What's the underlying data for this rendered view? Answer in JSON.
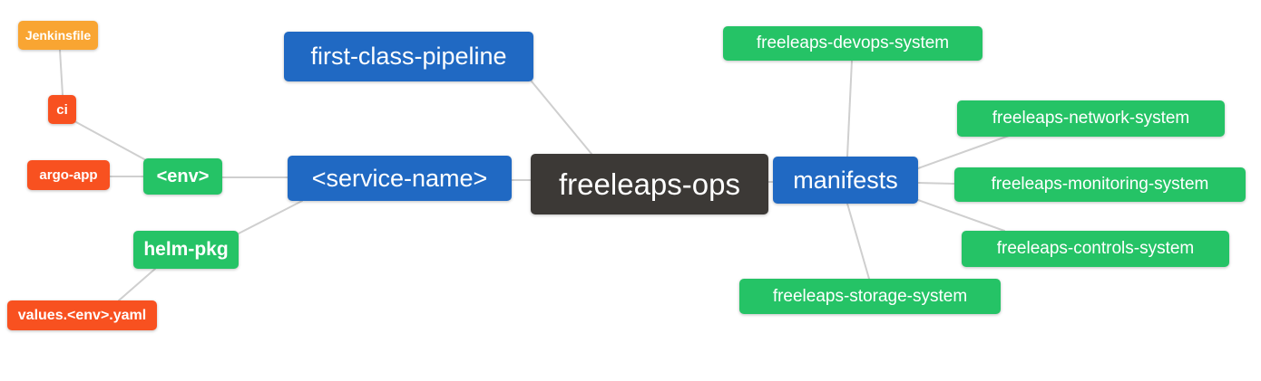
{
  "diagram": {
    "type": "mindmap",
    "root_label": "freeleaps-ops",
    "colors": {
      "blue": "#2069C3",
      "green": "#25C366",
      "orange": "#F9A532",
      "red": "#F85120",
      "dark": "#3C3936",
      "edge": "#CFCFCF",
      "text": "#FFFFFF",
      "background": "#FFFFFF"
    },
    "nodes": [
      {
        "id": "jenkinsfile",
        "label": "Jenkinsfile",
        "color": "orange"
      },
      {
        "id": "ci",
        "label": "ci",
        "color": "red"
      },
      {
        "id": "argo-app",
        "label": "argo-app",
        "color": "red"
      },
      {
        "id": "env",
        "label": "<env>",
        "color": "green"
      },
      {
        "id": "helm-pkg",
        "label": "helm-pkg",
        "color": "green"
      },
      {
        "id": "values-env-yaml",
        "label": "values.<env>.yaml",
        "color": "red"
      },
      {
        "id": "first-class-pipeline",
        "label": "first-class-pipeline",
        "color": "blue"
      },
      {
        "id": "service-name",
        "label": "<service-name>",
        "color": "blue"
      },
      {
        "id": "freeleaps-ops",
        "label": "freeleaps-ops",
        "color": "dark"
      },
      {
        "id": "manifests",
        "label": "manifests",
        "color": "blue"
      },
      {
        "id": "freeleaps-devops-system",
        "label": "freeleaps-devops-system",
        "color": "green"
      },
      {
        "id": "freeleaps-network-system",
        "label": "freeleaps-network-system",
        "color": "green"
      },
      {
        "id": "freeleaps-monitoring-system",
        "label": "freeleaps-monitoring-system",
        "color": "green"
      },
      {
        "id": "freeleaps-controls-system",
        "label": "freeleaps-controls-system",
        "color": "green"
      },
      {
        "id": "freeleaps-storage-system",
        "label": "freeleaps-storage-system",
        "color": "green"
      }
    ],
    "edges": [
      {
        "from": "jenkinsfile",
        "to": "ci"
      },
      {
        "from": "ci",
        "to": "env"
      },
      {
        "from": "argo-app",
        "to": "env"
      },
      {
        "from": "env",
        "to": "service-name"
      },
      {
        "from": "helm-pkg",
        "to": "service-name"
      },
      {
        "from": "values-env-yaml",
        "to": "helm-pkg"
      },
      {
        "from": "first-class-pipeline",
        "to": "freeleaps-ops"
      },
      {
        "from": "service-name",
        "to": "freeleaps-ops"
      },
      {
        "from": "freeleaps-ops",
        "to": "manifests"
      },
      {
        "from": "manifests",
        "to": "freeleaps-devops-system"
      },
      {
        "from": "manifests",
        "to": "freeleaps-network-system"
      },
      {
        "from": "manifests",
        "to": "freeleaps-monitoring-system"
      },
      {
        "from": "manifests",
        "to": "freeleaps-controls-system"
      },
      {
        "from": "manifests",
        "to": "freeleaps-storage-system"
      }
    ]
  }
}
